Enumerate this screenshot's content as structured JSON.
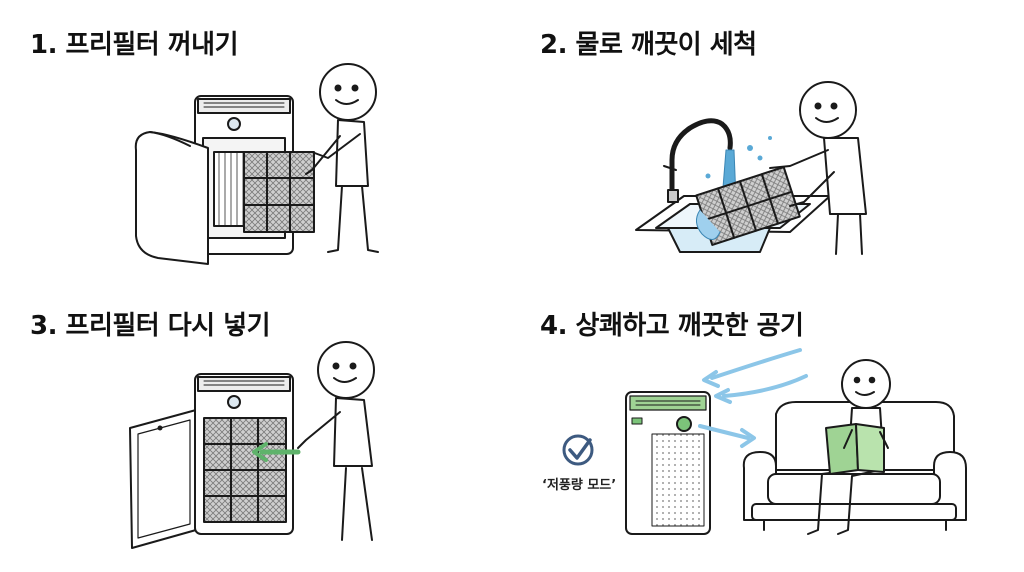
{
  "steps": [
    {
      "title": "1. 프리필터 꺼내기"
    },
    {
      "title": "2. 물로 깨끗이 세척"
    },
    {
      "title": "3. 프리필터 다시 넣기"
    },
    {
      "title": "4. 상쾌하고 깨끗한 공기"
    }
  ],
  "mode_label": "‘저풍량 모드’",
  "icons": {
    "check": "check-circle-icon"
  },
  "colors": {
    "ink": "#1a1a1a",
    "water": "#5aa9d6",
    "water_light": "#cfe8f6",
    "green": "#7cc47a",
    "book": "#9fd394",
    "filter": "#8a8a8a",
    "check": "#3d5a80"
  }
}
